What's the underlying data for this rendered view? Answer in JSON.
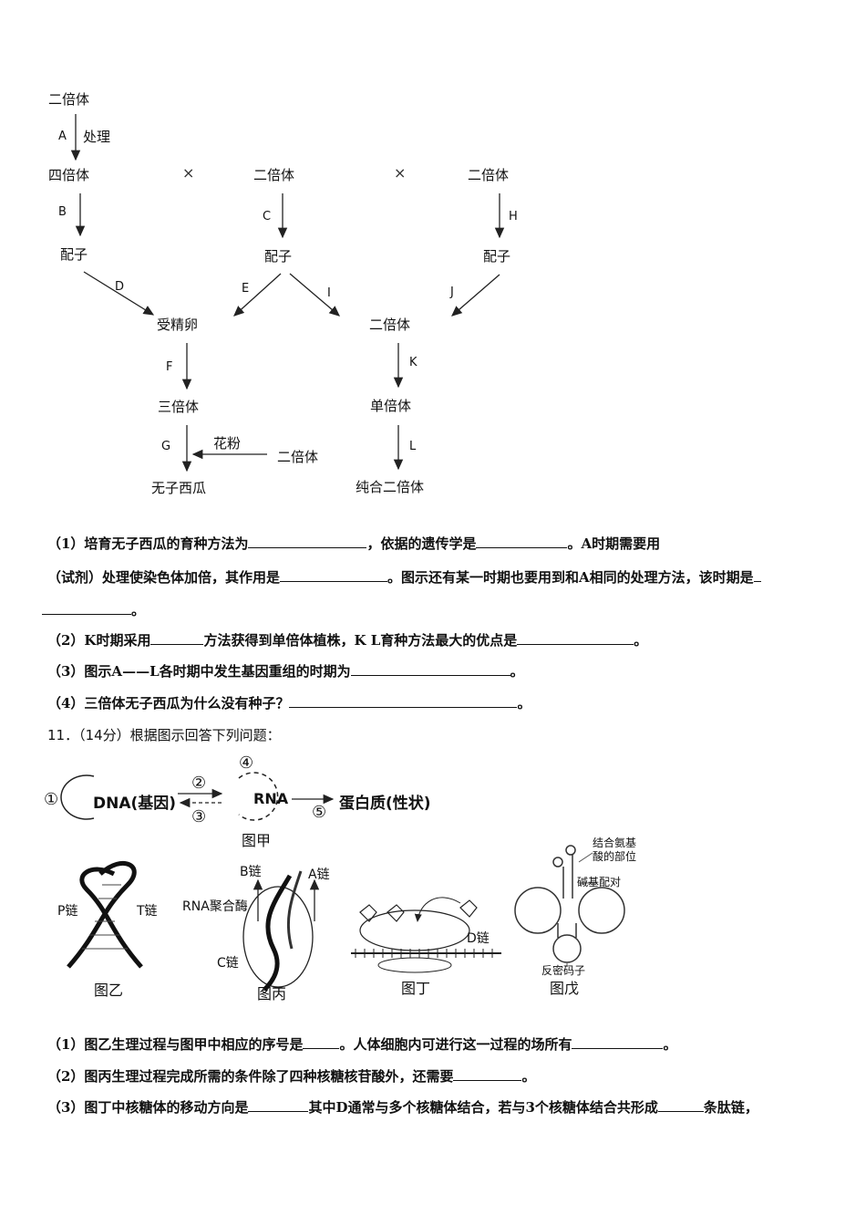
{
  "diagram1": {
    "nodes": {
      "diploid_top": "二倍体",
      "tetraploid": "四倍体",
      "diploid_mid": "二倍体",
      "diploid_right": "二倍体",
      "gamete_left": "配子",
      "gamete_mid": "配子",
      "gamete_right": "配子",
      "zygote": "受精卵",
      "diploid_center": "二倍体",
      "triploid": "三倍体",
      "haploid": "单倍体",
      "seedless": "无子西瓜",
      "pure_diploid": "纯合二倍体",
      "pollen": "花粉",
      "diploid_pollen": "二倍体",
      "treat": "处理",
      "cross1": "×",
      "cross2": "×"
    },
    "labels": {
      "A": "A",
      "B": "B",
      "C": "C",
      "D": "D",
      "E": "E",
      "F": "F",
      "G": "G",
      "H": "H",
      "I": "I",
      "J": "J",
      "K": "K",
      "L": "L"
    }
  },
  "questions1": {
    "q1_a": "（1）培育无子西瓜的育种方法为",
    "q1_b": "，依据的遗传学是",
    "q1_c": "。A时期需要用",
    "q1_d": "（试剂）处理使染色体加倍，其作用是",
    "q1_e": "。图示还有某一时期也要用到和A相同的处理方法，该时期是",
    "q1_f": "。",
    "q2_a": "（2）K时期采用",
    "q2_b": "方法获得到单倍体植株，K L育种方法最大的优点是",
    "q2_c": "。",
    "q3_a": "（3）图示A——L各时期中发生基因重组的时期为",
    "q3_b": "。",
    "q4_a": "（4）三倍体无子西瓜为什么没有种子？",
    "q4_b": "。"
  },
  "q11_title": "11．（14分）根据图示回答下列问题：",
  "diagram2": {
    "n1": "①",
    "dna": "DNA(基因)",
    "n2": "②",
    "n3": "③",
    "n4": "④",
    "rna": "RNA",
    "n5": "⑤",
    "protein": "蛋白质(性状)",
    "fig_jia": "图甲",
    "p_chain": "P链",
    "t_chain": "T链",
    "fig_yi": "图乙",
    "b_chain": "B链",
    "a_chain": "A链",
    "rna_pol": "RNA聚合酶",
    "c_chain": "C链",
    "fig_bing": "图丙",
    "d_chain": "D链",
    "fig_ding": "图丁",
    "aa_site_1": "结合氨基",
    "aa_site_2": "酸的部位",
    "base_pair": "碱基配对",
    "anticodon": "反密码子",
    "fig_wu": "图戊"
  },
  "questions2": {
    "q1_a": "（1）图乙生理过程与图甲中相应的序号是",
    "q1_b": "。人体细胞内可进行这一过程的场所有",
    "q1_c": "。",
    "q2_a": "（2）图丙生理过程完成所需的条件除了四种核糖核苷酸外，还需要",
    "q2_b": "。",
    "q3_a": "（3）图丁中核糖体的移动方向是",
    "q3_b": "其中D通常与多个核糖体结合，若与3个核糖体结合共形成",
    "q3_c": "条肽链，"
  }
}
